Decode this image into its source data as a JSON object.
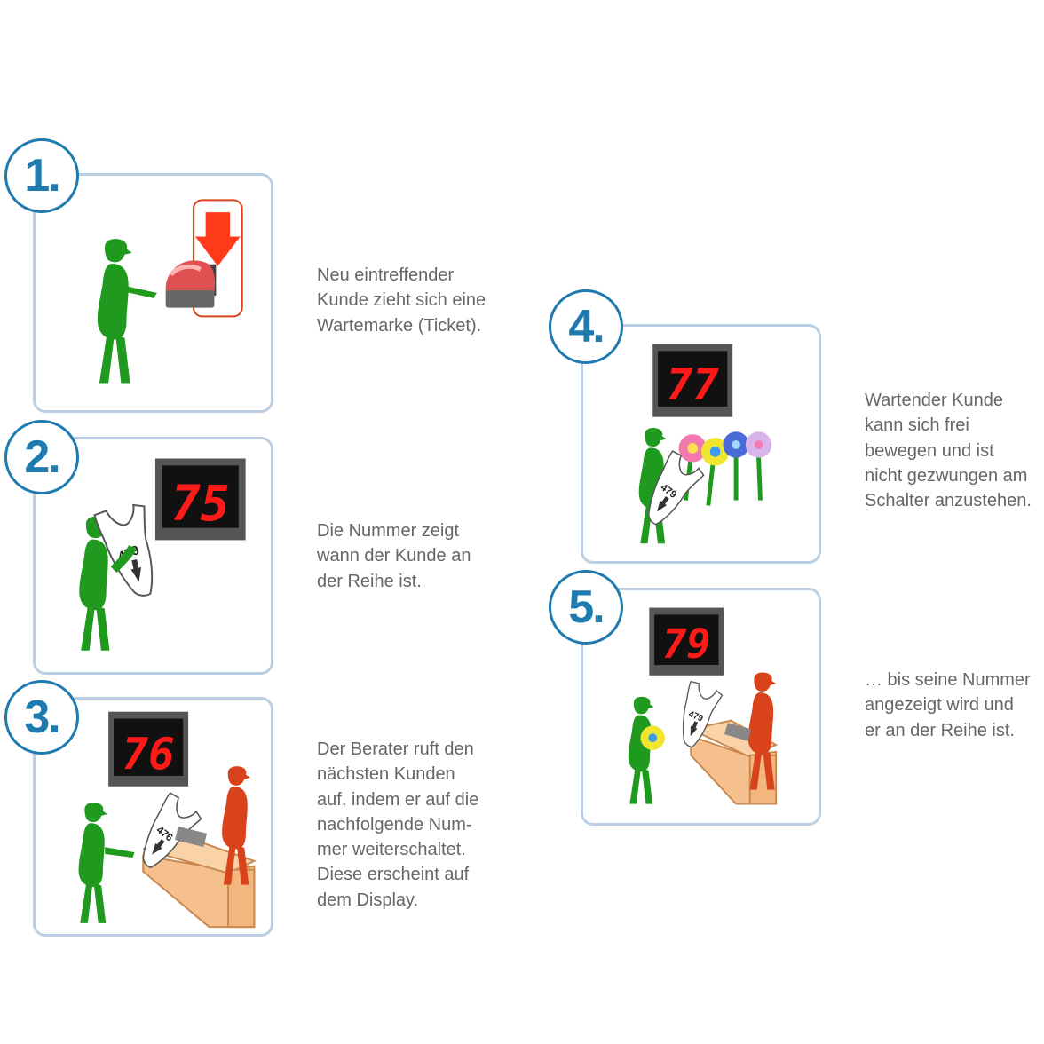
{
  "steps": [
    {
      "number": "1.",
      "caption": "Neu eintreffender\nKunde zieht sich eine\nWartemarke (Ticket)."
    },
    {
      "number": "2.",
      "caption": "Die Nummer zeigt\nwann der Kunde an\nder Reihe ist.",
      "display": "75",
      "ticket": "479"
    },
    {
      "number": "3.",
      "caption": "Der Berater ruft den\nnächsten Kunden\nauf, indem er auf die\nnachfolgende Num-\nmer weiterschaltet.\nDiese erscheint auf\ndem Display.",
      "display": "76",
      "ticket": "476"
    },
    {
      "number": "4.",
      "caption": "Wartender Kunde\nkann sich frei\nbewegen und ist\nnicht gezwungen am\nSchalter anzustehen.",
      "display": "77",
      "ticket": "479"
    },
    {
      "number": "5.",
      "caption": "… bis seine Nummer\nangezeigt wird und\ner an der Reihe ist.",
      "display": "79",
      "ticket": "479"
    }
  ],
  "colors": {
    "accent": "#1f7ab0",
    "panel_border": "#bccfe2",
    "customer": "#1f9a1f",
    "advisor": "#d8431c",
    "display_digits": "#ff1a1a",
    "counter": "#f6c08e",
    "text": "#666666"
  },
  "icons": [
    "customer-figure",
    "advisor-figure",
    "ticket-dispenser",
    "ticket",
    "number-display",
    "service-counter",
    "flower"
  ]
}
